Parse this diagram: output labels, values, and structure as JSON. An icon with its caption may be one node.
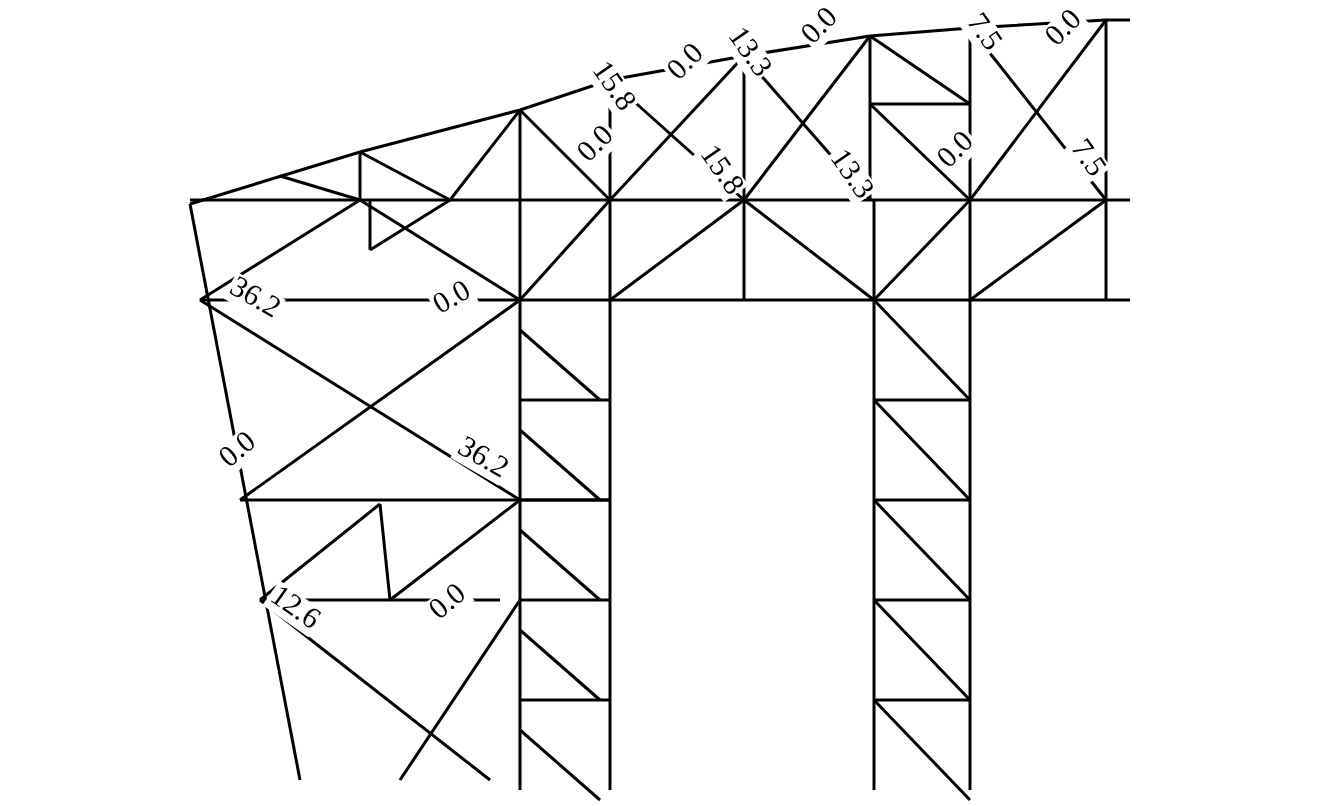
{
  "diagram": {
    "labels": [
      "15.8",
      "0.0",
      "13.3",
      "0.0",
      "7.5",
      "0.0",
      "0.0",
      "15.8",
      "13.3",
      "0.0",
      "7.5",
      "36.2",
      "0.0",
      "0.0",
      "36.2",
      "12.6",
      "0.0"
    ]
  }
}
